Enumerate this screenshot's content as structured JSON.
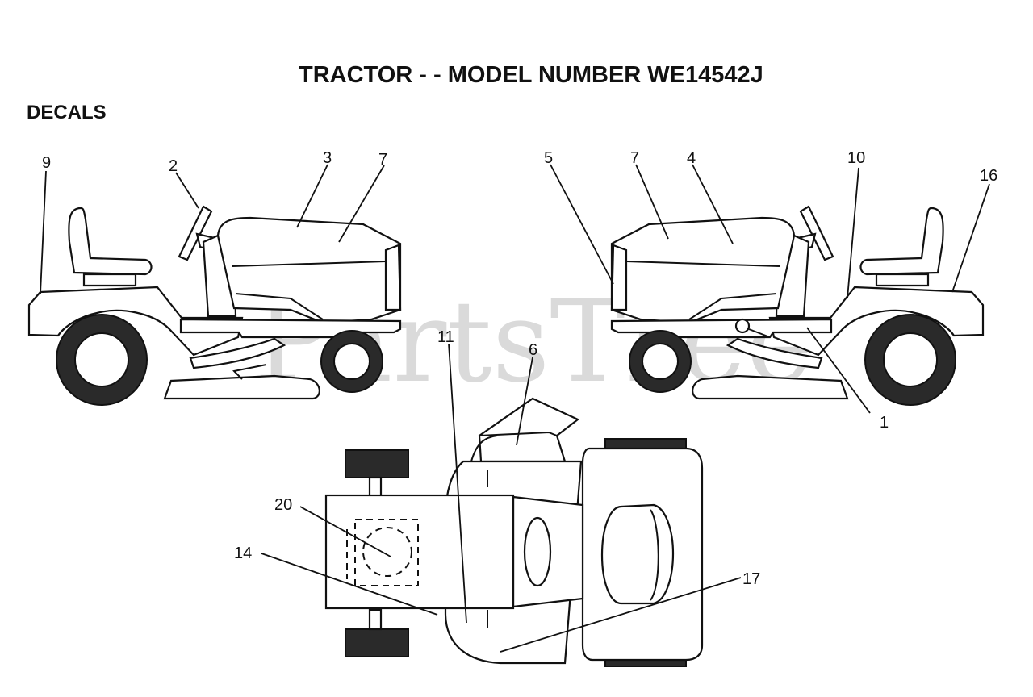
{
  "title": "TRACTOR - - MODEL NUMBER WE14542J",
  "section": "DECALS",
  "watermark": "PartsTree",
  "callouts": {
    "c9": "9",
    "c2": "2",
    "c3": "3",
    "c7a": "7",
    "c5": "5",
    "c7b": "7",
    "c4": "4",
    "c10": "10",
    "c16": "16",
    "c11": "11",
    "c6": "6",
    "c1": "1",
    "c20": "20",
    "c14": "14",
    "c17": "17"
  }
}
